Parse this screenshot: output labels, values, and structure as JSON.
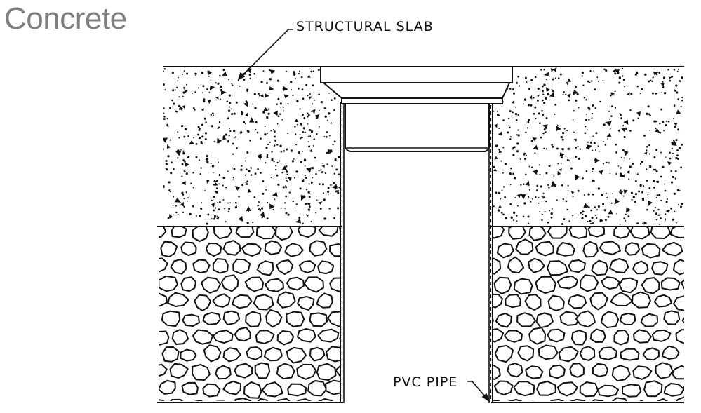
{
  "title": "Concrete",
  "labels": {
    "slab": "STRUCTURAL SLAB",
    "pipe": "PVC PIPE"
  },
  "colors": {
    "ink": "#111111",
    "title": "#7f7f7f"
  }
}
